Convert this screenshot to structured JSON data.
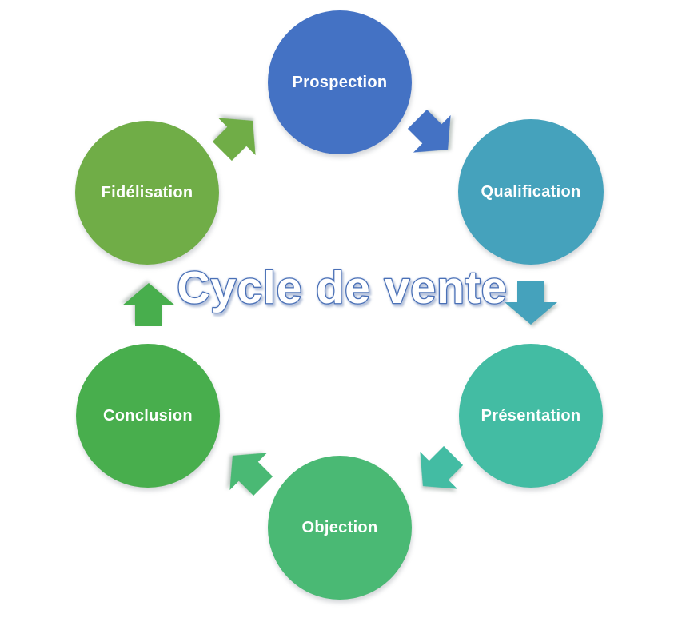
{
  "background": "#ffffff",
  "title": {
    "text": "Cycle de vente",
    "fill": "#ffffff",
    "outline": "#4a70b6"
  },
  "diagram": {
    "type": "cycle",
    "direction": "clockwise",
    "steps": [
      {
        "label": "Prospection",
        "color": "#4472c4",
        "text_color": "#ffffff"
      },
      {
        "label": "Qualification",
        "color": "#45a2bc",
        "text_color": "#ffffff"
      },
      {
        "label": "Présentation",
        "color": "#43bca3",
        "text_color": "#ffffff"
      },
      {
        "label": "Objection",
        "color": "#4ab974",
        "text_color": "#ffffff"
      },
      {
        "label": "Conclusion",
        "color": "#48ae4d",
        "text_color": "#ffffff"
      },
      {
        "label": "Fidélisation",
        "color": "#70ad47",
        "text_color": "#ffffff"
      }
    ],
    "arrows": [
      {
        "from": "Prospection",
        "to": "Qualification",
        "color": "#4472c4"
      },
      {
        "from": "Qualification",
        "to": "Présentation",
        "color": "#45a2bc"
      },
      {
        "from": "Présentation",
        "to": "Objection",
        "color": "#43bca3"
      },
      {
        "from": "Objection",
        "to": "Conclusion",
        "color": "#4ab974"
      },
      {
        "from": "Conclusion",
        "to": "Fidélisation",
        "color": "#48ae4d"
      },
      {
        "from": "Fidélisation",
        "to": "Prospection",
        "color": "#70ad47"
      }
    ]
  }
}
